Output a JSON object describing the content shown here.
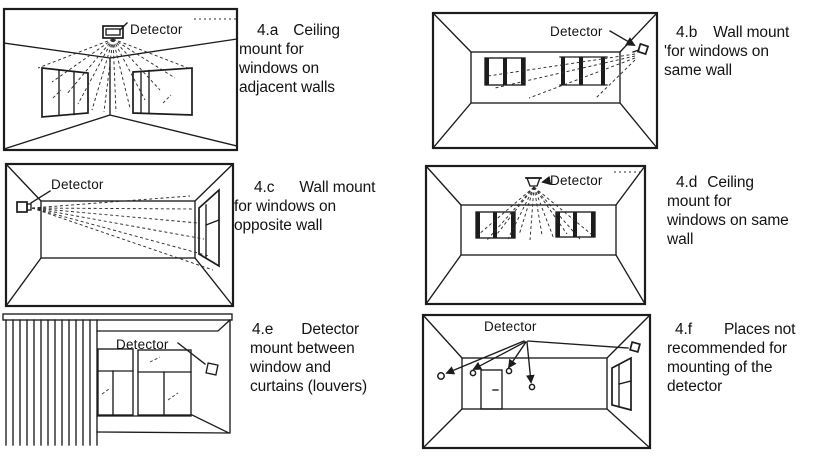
{
  "colors": {
    "ink": "#1c1c1c",
    "paper": "#ffffff"
  },
  "panels": [
    {
      "id": "4a",
      "diagram_label": "Detector",
      "caption": {
        "number": "4.a",
        "first": "Ceiling",
        "rest": "mount for\nwindows on\nadjacent walls"
      }
    },
    {
      "id": "4b",
      "diagram_label": "Detector",
      "caption": {
        "number": "4.b",
        "first": "Wall mount",
        "rest": "'for windows on\nsame wall"
      }
    },
    {
      "id": "4c",
      "diagram_label": "Detector",
      "caption": {
        "number": "4.c",
        "first": "Wall mount",
        "rest": "for windows on\nopposite wall"
      }
    },
    {
      "id": "4d",
      "diagram_label": "Detector",
      "caption": {
        "number": "4.d",
        "first": "Ceiling",
        "rest": "mount for\nwindows on same\nwall"
      }
    },
    {
      "id": "4e",
      "diagram_label": "Detector",
      "caption": {
        "number": "4.e",
        "first": "Detector",
        "rest": "mount between\nwindow and\ncurtains (louvers)"
      }
    },
    {
      "id": "4f",
      "diagram_label": "Detector",
      "caption": {
        "number": "4.f",
        "first": "Places not",
        "rest": "recommended for\nmounting of the\ndetector"
      }
    }
  ]
}
